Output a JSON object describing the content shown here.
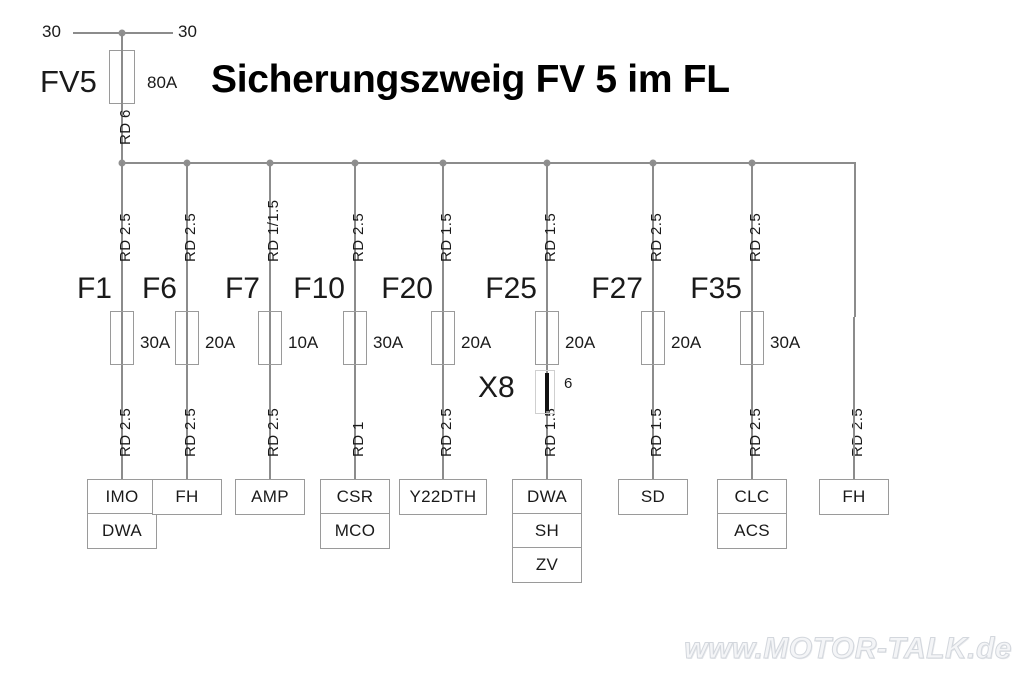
{
  "title": "Sicherungszweig FV 5 im FL",
  "watermark": "www.MOTOR-TALK.de",
  "main_fuse": {
    "name": "FV5",
    "rating": "80A",
    "terminal_left": "30",
    "terminal_right": "30",
    "feed_wire": "RD 6"
  },
  "connector": {
    "name": "X8",
    "pin": "6"
  },
  "branches": [
    {
      "fuse": "F1",
      "rating": "30A",
      "wire_top": "RD 2.5",
      "wire_bottom": "RD 2.5",
      "loads": [
        "IMO",
        "DWA"
      ]
    },
    {
      "fuse": "F6",
      "rating": "20A",
      "wire_top": "RD 2.5",
      "wire_bottom": "RD 2.5",
      "loads": [
        "FH"
      ]
    },
    {
      "fuse": "F7",
      "rating": "10A",
      "wire_top": "RD 1/1.5",
      "wire_bottom": "RD 2.5",
      "loads": [
        "AMP"
      ]
    },
    {
      "fuse": "F10",
      "rating": "30A",
      "wire_top": "RD 2.5",
      "wire_bottom": "RD 1",
      "loads": [
        "CSR",
        "MCO"
      ]
    },
    {
      "fuse": "F20",
      "rating": "20A",
      "wire_top": "RD 1.5",
      "wire_bottom": "RD 2.5",
      "loads": [
        "Y22DTH"
      ]
    },
    {
      "fuse": "F25",
      "rating": "20A",
      "wire_top": "RD 1.5",
      "wire_bottom": "RD 1.5",
      "loads": [
        "DWA",
        "SH",
        "ZV"
      ]
    },
    {
      "fuse": "F27",
      "rating": "20A",
      "wire_top": "RD 2.5",
      "wire_bottom": "RD 1.5",
      "loads": [
        "SD"
      ]
    },
    {
      "fuse": "F35",
      "rating": "30A",
      "wire_top": "RD 2.5",
      "wire_bottom": "RD 2.5",
      "loads": [
        "CLC",
        "ACS"
      ]
    },
    {
      "fuse": "",
      "rating": "",
      "wire_top": "",
      "wire_bottom": "RD 2.5",
      "loads": [
        "FH"
      ]
    }
  ]
}
